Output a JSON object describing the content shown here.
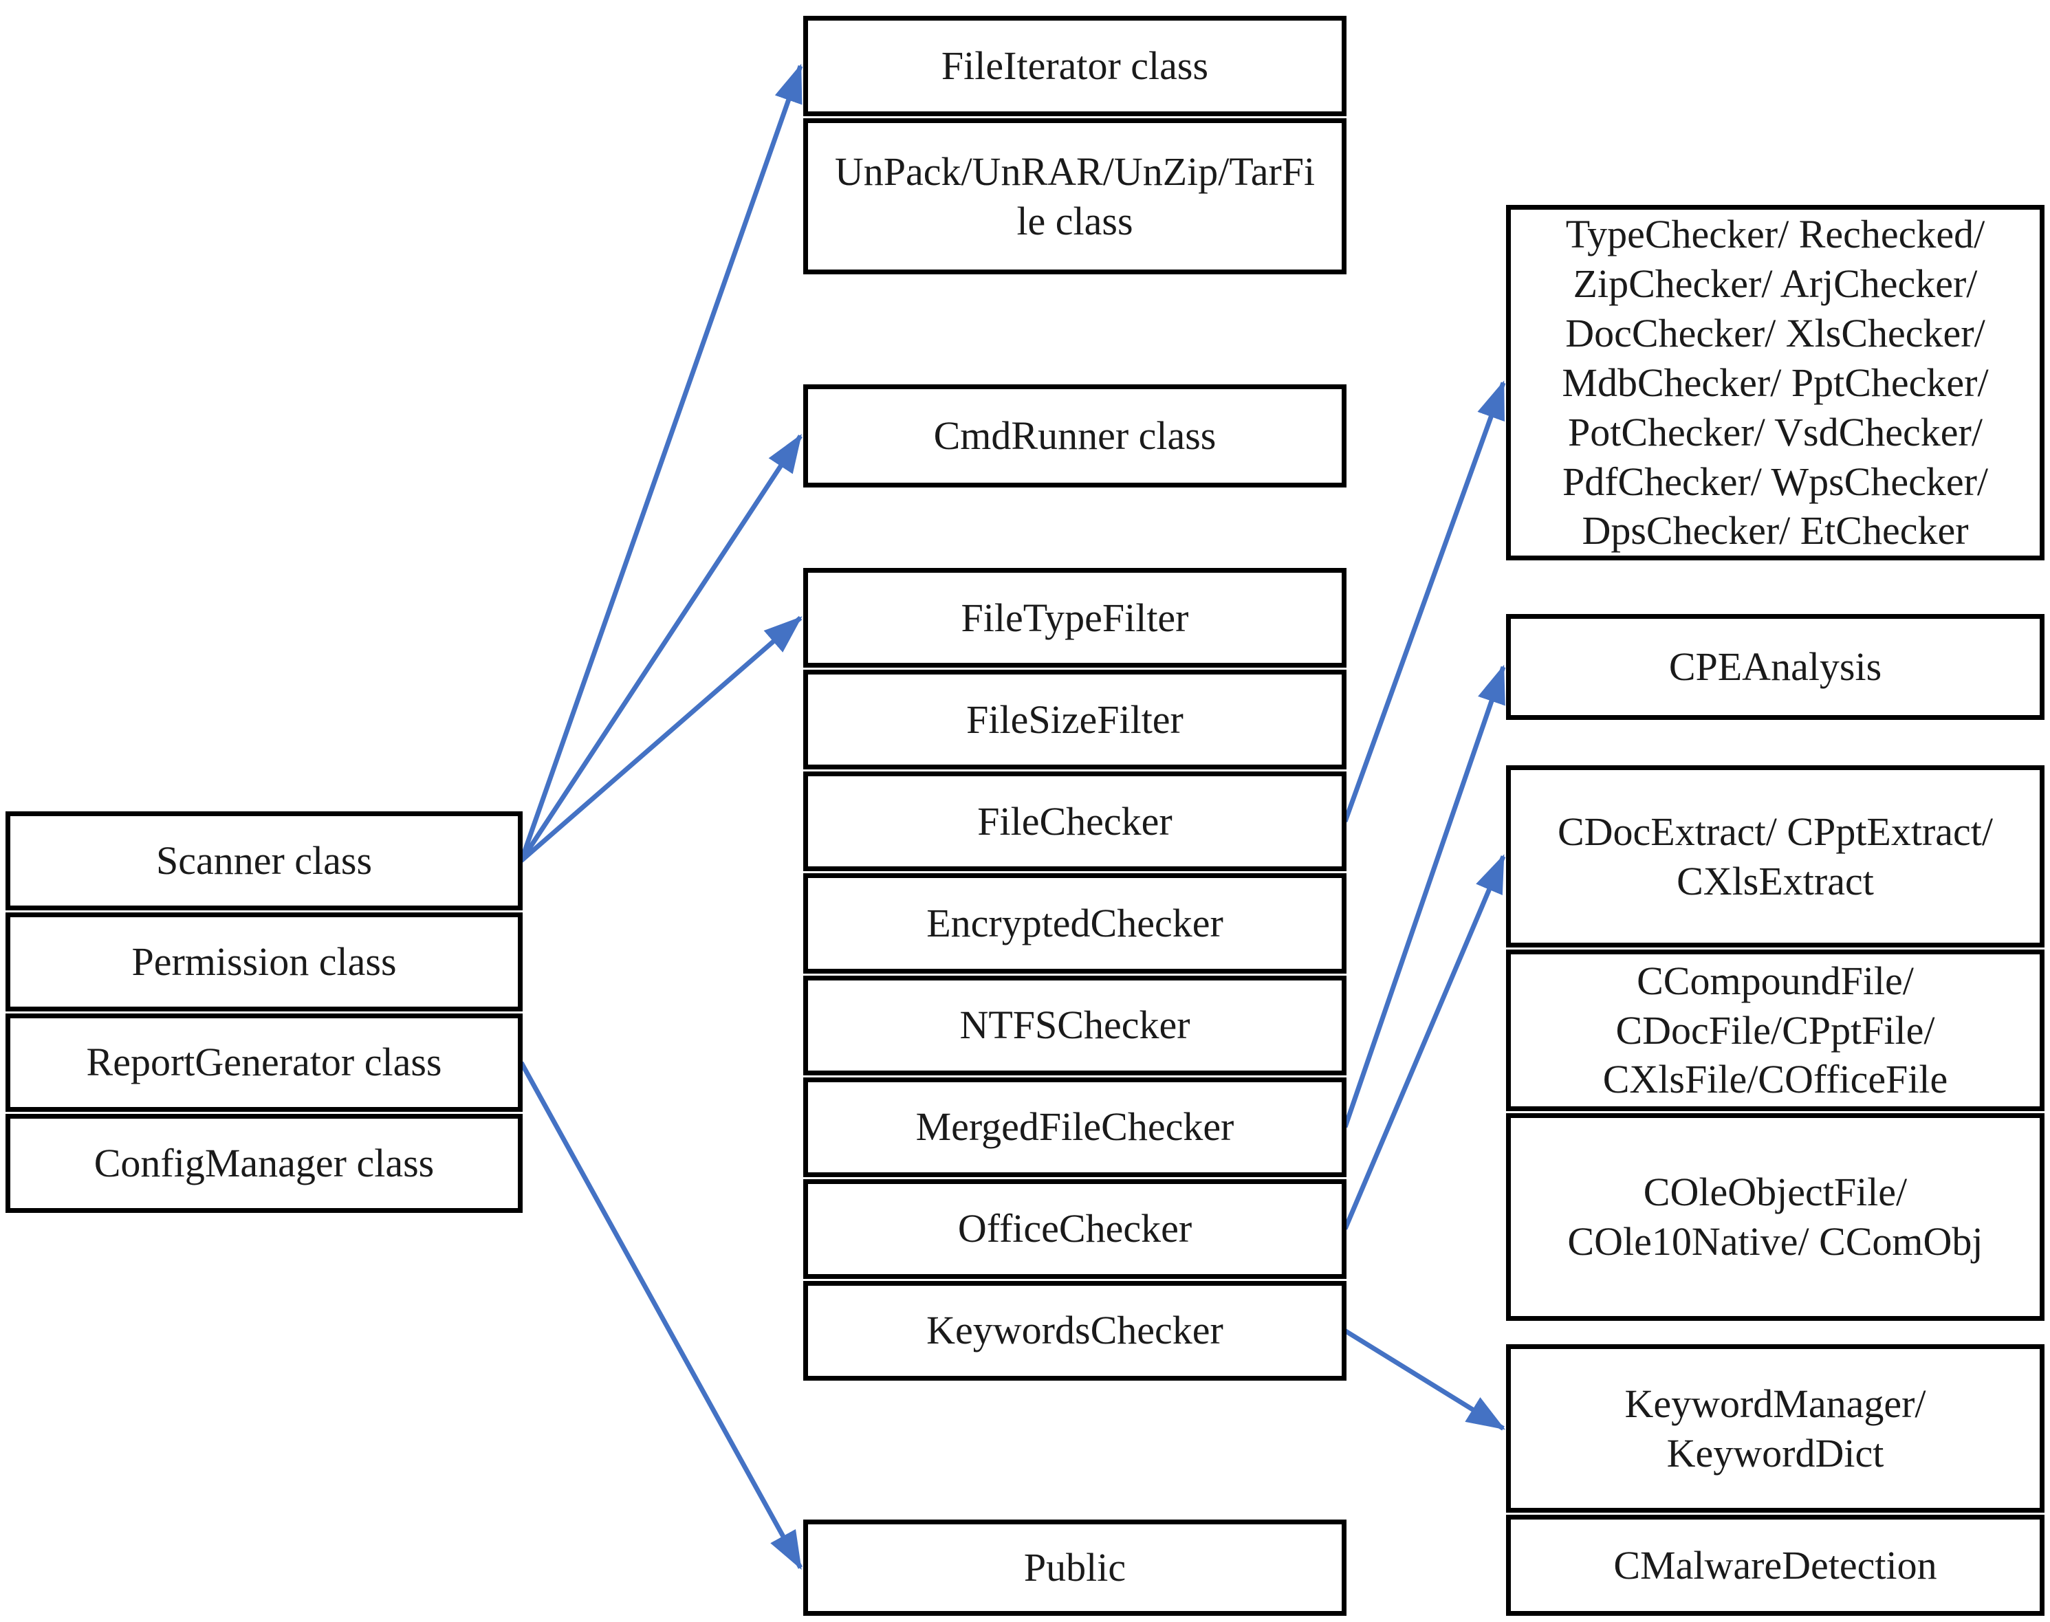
{
  "diagram": {
    "background_color": "#ffffff",
    "box_border_color": "#000000",
    "arrow_color": "#4472C4",
    "nodes": {
      "scanner_class": "Scanner class",
      "permission_class": "Permission class",
      "report_generator_class": "ReportGenerator class",
      "config_manager_class": "ConfigManager class",
      "file_iterator_class": "FileIterator class",
      "unpack_class": "UnPack/UnRAR/UnZip/TarFi\nle class",
      "cmd_runner_class": "CmdRunner class",
      "file_type_filter": "FileTypeFilter",
      "file_size_filter": "FileSizeFilter",
      "file_checker": "FileChecker",
      "encrypted_checker": "EncryptedChecker",
      "ntfs_checker": "NTFSChecker",
      "merged_file_checker": "MergedFileChecker",
      "office_checker": "OfficeChecker",
      "keywords_checker": "KeywordsChecker",
      "public": "Public",
      "type_checkers": "TypeChecker/ Rechecked/\nZipChecker/ ArjChecker/\nDocChecker/ XlsChecker/\nMdbChecker/ PptChecker/\nPotChecker/ VsdChecker/\nPdfChecker/ WpsChecker/\nDpsChecker/ EtChecker",
      "cpe_analysis": "CPEAnalysis",
      "doc_extract": "CDocExtract/ CPptExtract/\nCXlsExtract",
      "compound_file": "CCompoundFile/\nCDocFile/CPptFile/\nCXlsFile/COfficeFile",
      "ole_object_file": "COleObjectFile/\nCOle10Native/ CComObj",
      "keyword_manager": "KeywordManager/\nKeywordDict",
      "cmalware_detection": "CMalwareDetection"
    },
    "edges": [
      {
        "from": "scanner-class",
        "to": "file-iterator-class"
      },
      {
        "from": "scanner-class",
        "to": "cmd-runner-class"
      },
      {
        "from": "scanner-class",
        "to": "file-type-filter"
      },
      {
        "from": "report-generator-class",
        "to": "public"
      },
      {
        "from": "file-checker",
        "to": "type-checkers"
      },
      {
        "from": "merged-file-checker",
        "to": "cpe-analysis"
      },
      {
        "from": "office-checker",
        "to": "doc-extract"
      },
      {
        "from": "keywords-checker",
        "to": "keyword-manager"
      }
    ]
  }
}
